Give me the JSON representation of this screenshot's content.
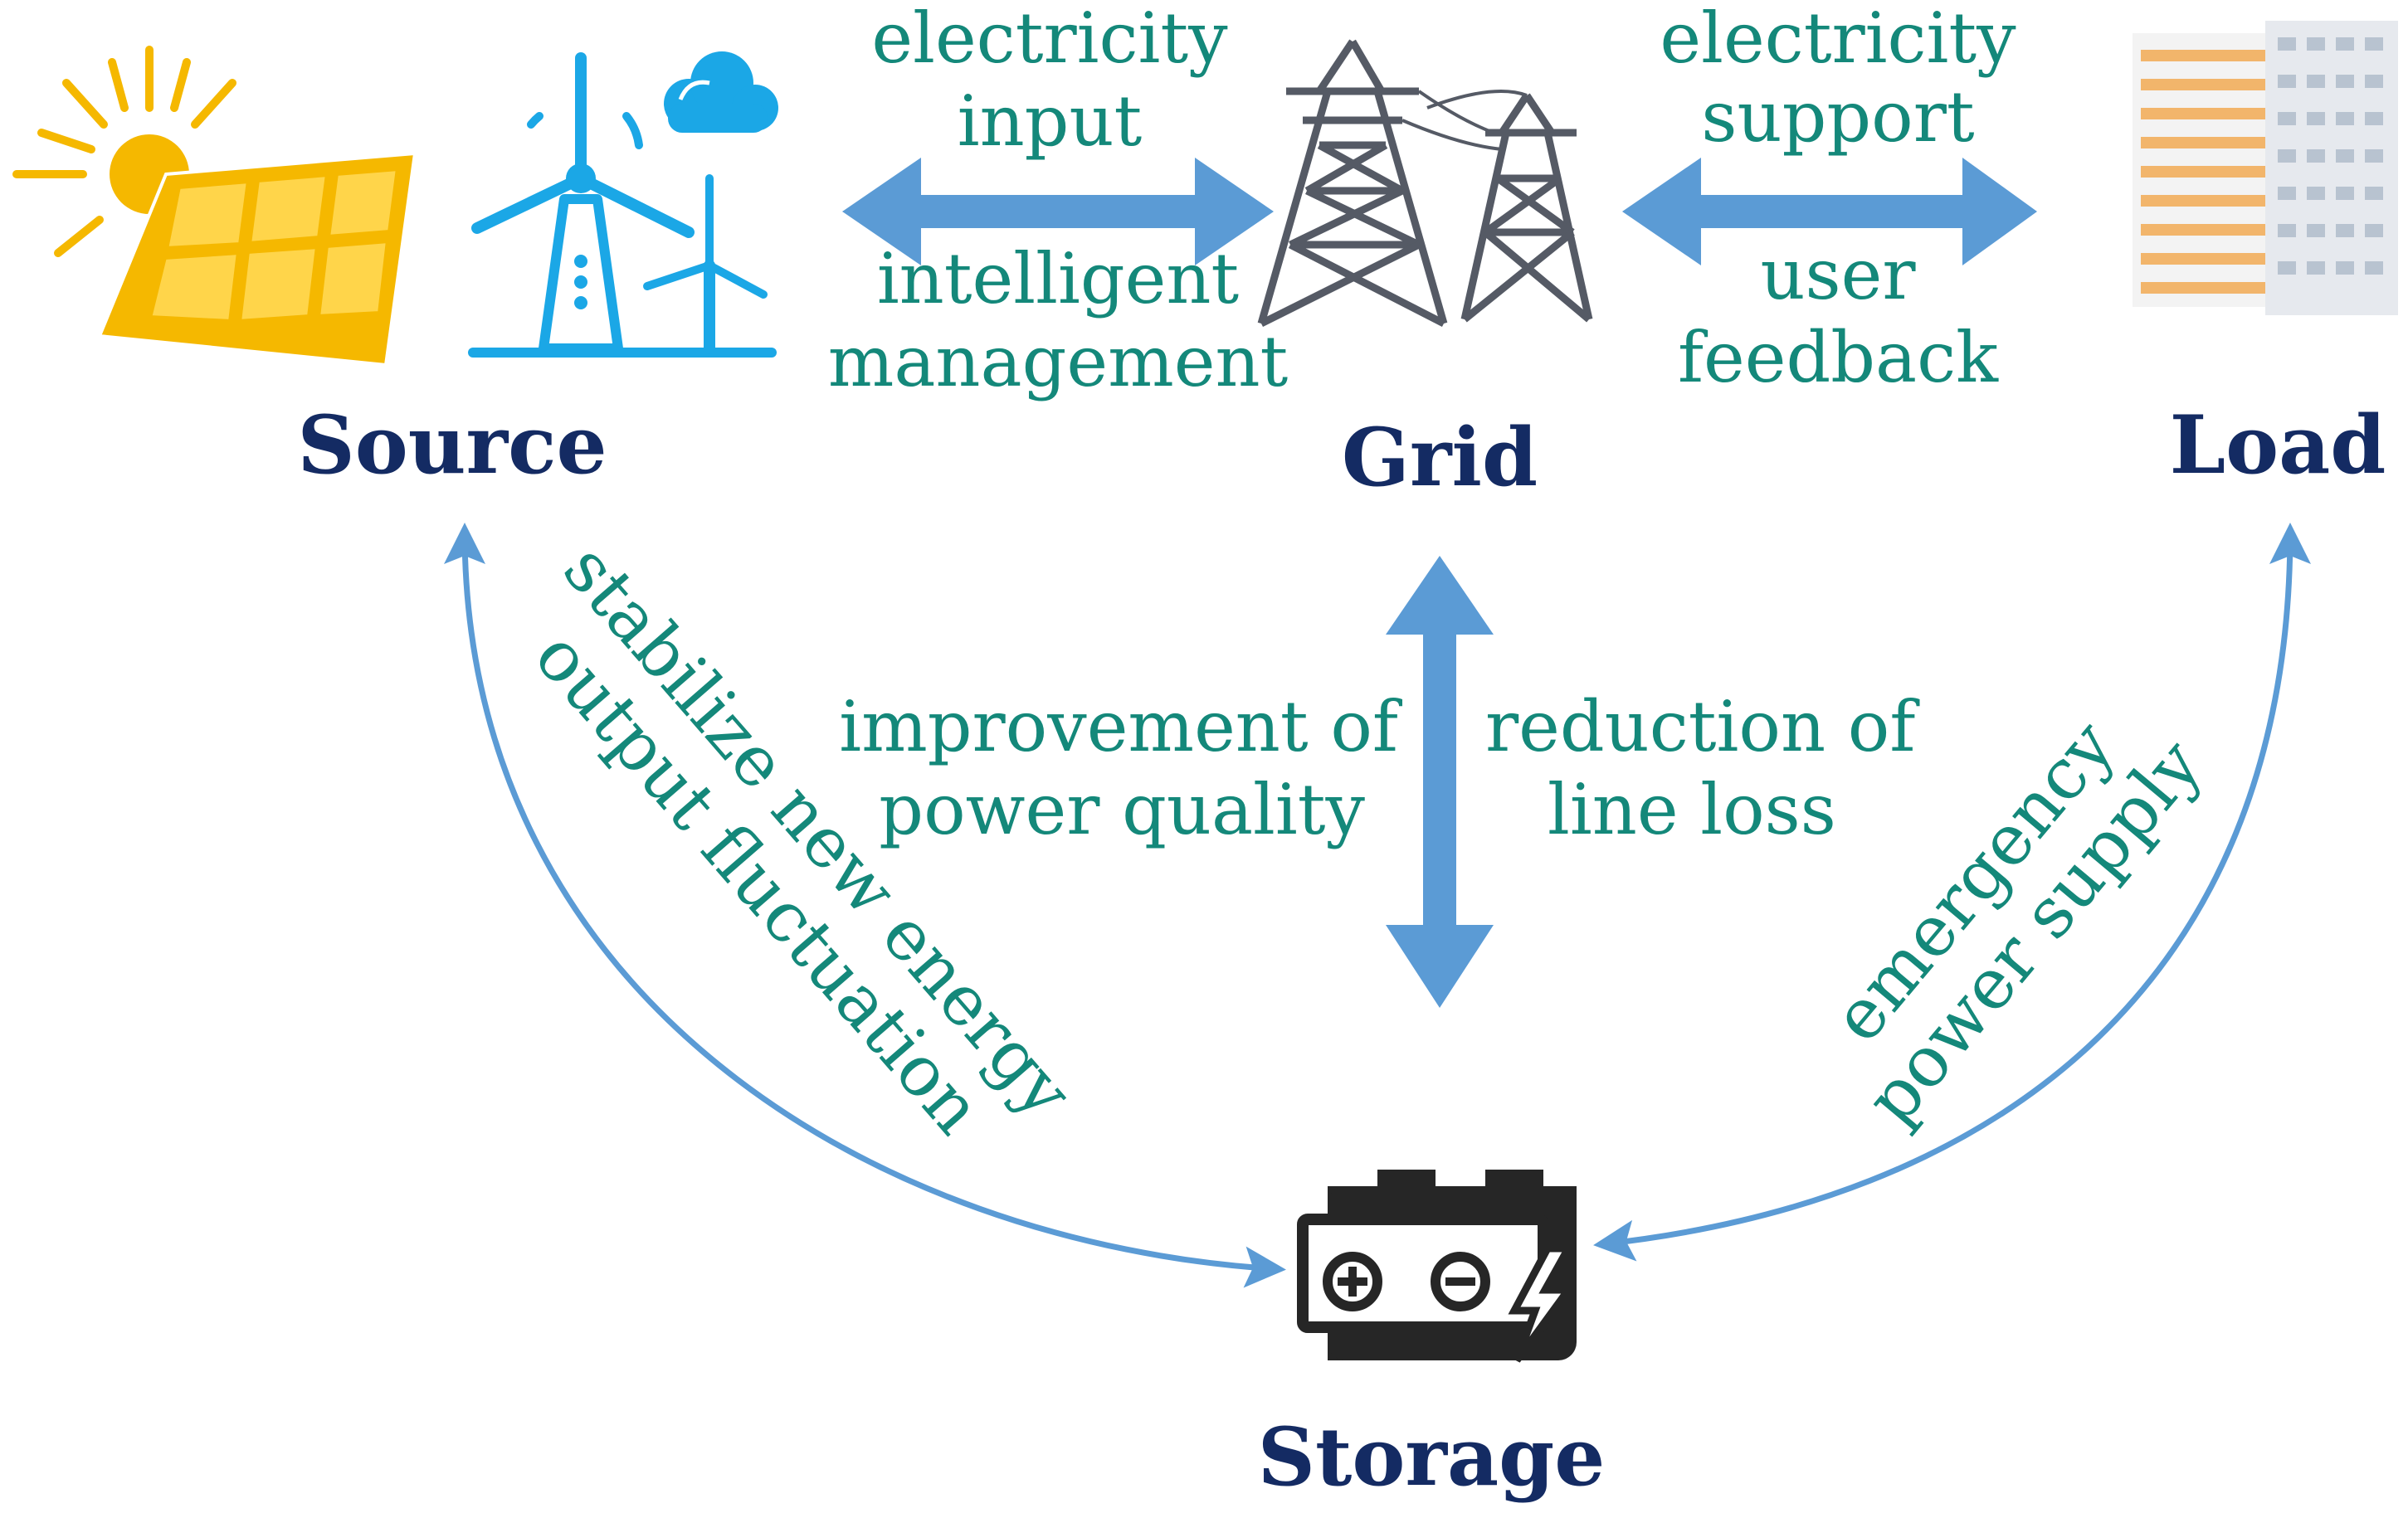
{
  "colors": {
    "label_text": "#14887a",
    "node_text": "#142b63",
    "arrow": "#5b9bd5",
    "solar": "#f5b800",
    "wind": "#1ba7e6",
    "tower": "#555a65",
    "battery": "#262626"
  },
  "icons": {
    "source": [
      "sun-icon",
      "solar-panel-icon",
      "wind-turbine-icon",
      "cloud-icon"
    ],
    "grid": "transmission-tower-icon",
    "load": "building-icon",
    "storage": "battery-icon"
  },
  "nodes": {
    "source": "Source",
    "grid": "Grid",
    "load": "Load",
    "storage": "Storage"
  },
  "edges": {
    "source_grid": {
      "top": [
        "electricity",
        "input"
      ],
      "bottom": [
        "intelligent",
        "management"
      ]
    },
    "grid_load": {
      "top": [
        "electricity",
        "support"
      ],
      "bottom": [
        "user",
        "feedback"
      ]
    },
    "grid_storage": {
      "left": [
        "improvement of",
        "power quality"
      ],
      "right": [
        "reduction of",
        "line loss"
      ]
    },
    "source_storage": [
      "stabilize new energy",
      "output  fluctuation"
    ],
    "load_storage": [
      "emergency",
      "power supply"
    ]
  }
}
